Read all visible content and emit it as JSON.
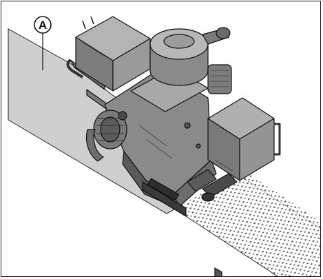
{
  "figure": {
    "callouts": [
      {
        "label": "A",
        "target": "smooth-floor-surface"
      }
    ],
    "colors": {
      "smooth_surface": "#cfcfcf",
      "blasted_surface": "#ffffff",
      "blasted_texture": "#555555",
      "machine_body": "#8a8a8a",
      "machine_light": "#b4b4b4",
      "machine_dark": "#4a4a4a",
      "outline": "#111111",
      "frame_border": "#1a1a1a"
    },
    "components": [
      "smooth-floor-surface",
      "blasted-floor-surface",
      "shot-blasting-machine",
      "dust-separator-box",
      "electric-motor-upper",
      "electric-motor-side",
      "electrical-control-box",
      "push-handle",
      "blast-wheel-housing"
    ]
  }
}
